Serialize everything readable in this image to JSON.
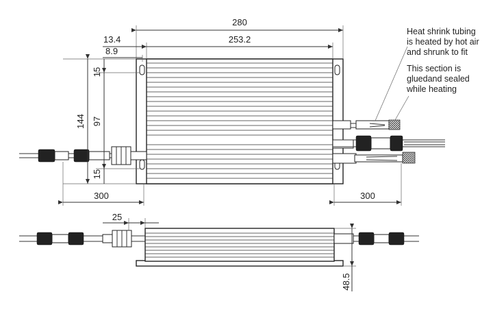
{
  "dimensions": {
    "overall_length": "280",
    "body_length": "253.2",
    "flange_offset": "13.4",
    "hole_offset": "8.9",
    "height_total": "144",
    "height_inner": "97",
    "edge_top": "15",
    "edge_bottom": "15",
    "cable_left": "300",
    "cable_right": "300",
    "side_offset": "25",
    "side_height": "48.5"
  },
  "notes": {
    "heat_shrink_line1": "Heat shrink tubing",
    "heat_shrink_line2": "is heated by hot air",
    "heat_shrink_line3": "and shrunk to fit",
    "sealed_line1": "This section is",
    "sealed_line2": "gluedand sealed",
    "sealed_line3": "while heating"
  }
}
